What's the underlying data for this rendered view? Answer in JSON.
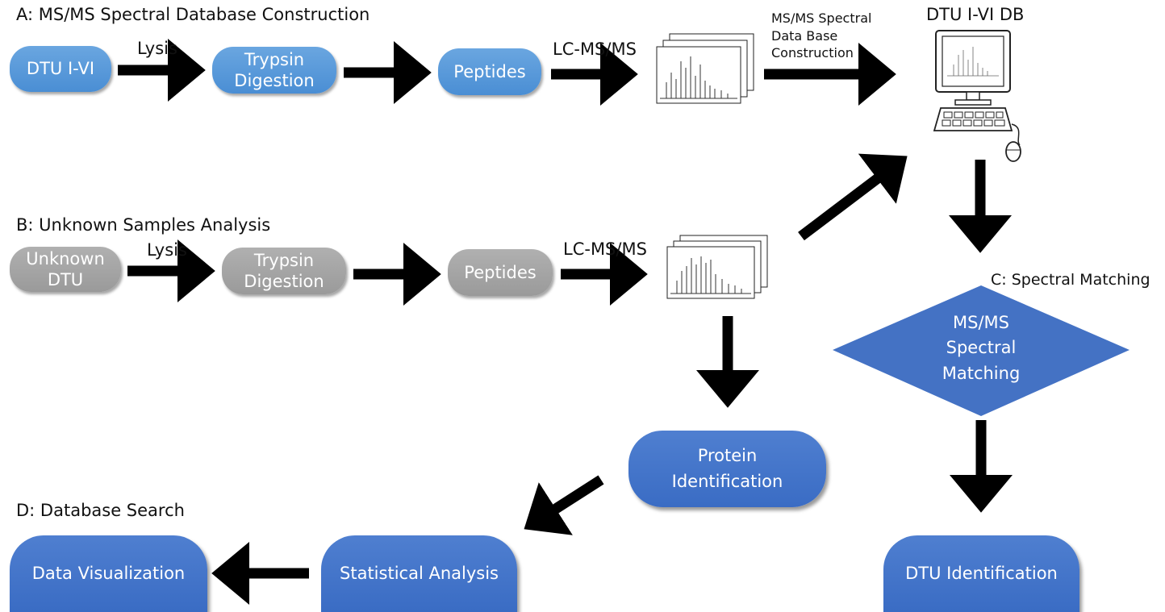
{
  "sections": {
    "a": "A: MS/MS Spectral Database Construction",
    "b": "B: Unknown Samples Analysis",
    "c": "C: Spectral Matching",
    "d": "D: Database Search"
  },
  "row_a": {
    "dtu": "DTU I-VI",
    "lysis": "Lysis",
    "trypsin": "Trypsin Digestion",
    "peptides": "Peptides",
    "lcms": "LC-MS/MS",
    "db_construction": "MS/MS Spectral Data Base Construction",
    "db_title": "DTU I-VI DB"
  },
  "row_b": {
    "unknown": "Unknown DTU",
    "lysis": "Lysis",
    "trypsin": "Trypsin Digestion",
    "peptides": "Peptides",
    "lcms": "LC-MS/MS"
  },
  "matching": "MS/MS Spectral Matching",
  "protein_id": "Protein Identification",
  "stat": "Statistical Analysis",
  "dataviz": "Data Visualization",
  "dtu_id": "DTU Identification",
  "colors": {
    "light_blue": "#5b9bd9",
    "dark_blue": "#4472c4",
    "grey": "#a6a6a6",
    "arrow": "#000000"
  }
}
